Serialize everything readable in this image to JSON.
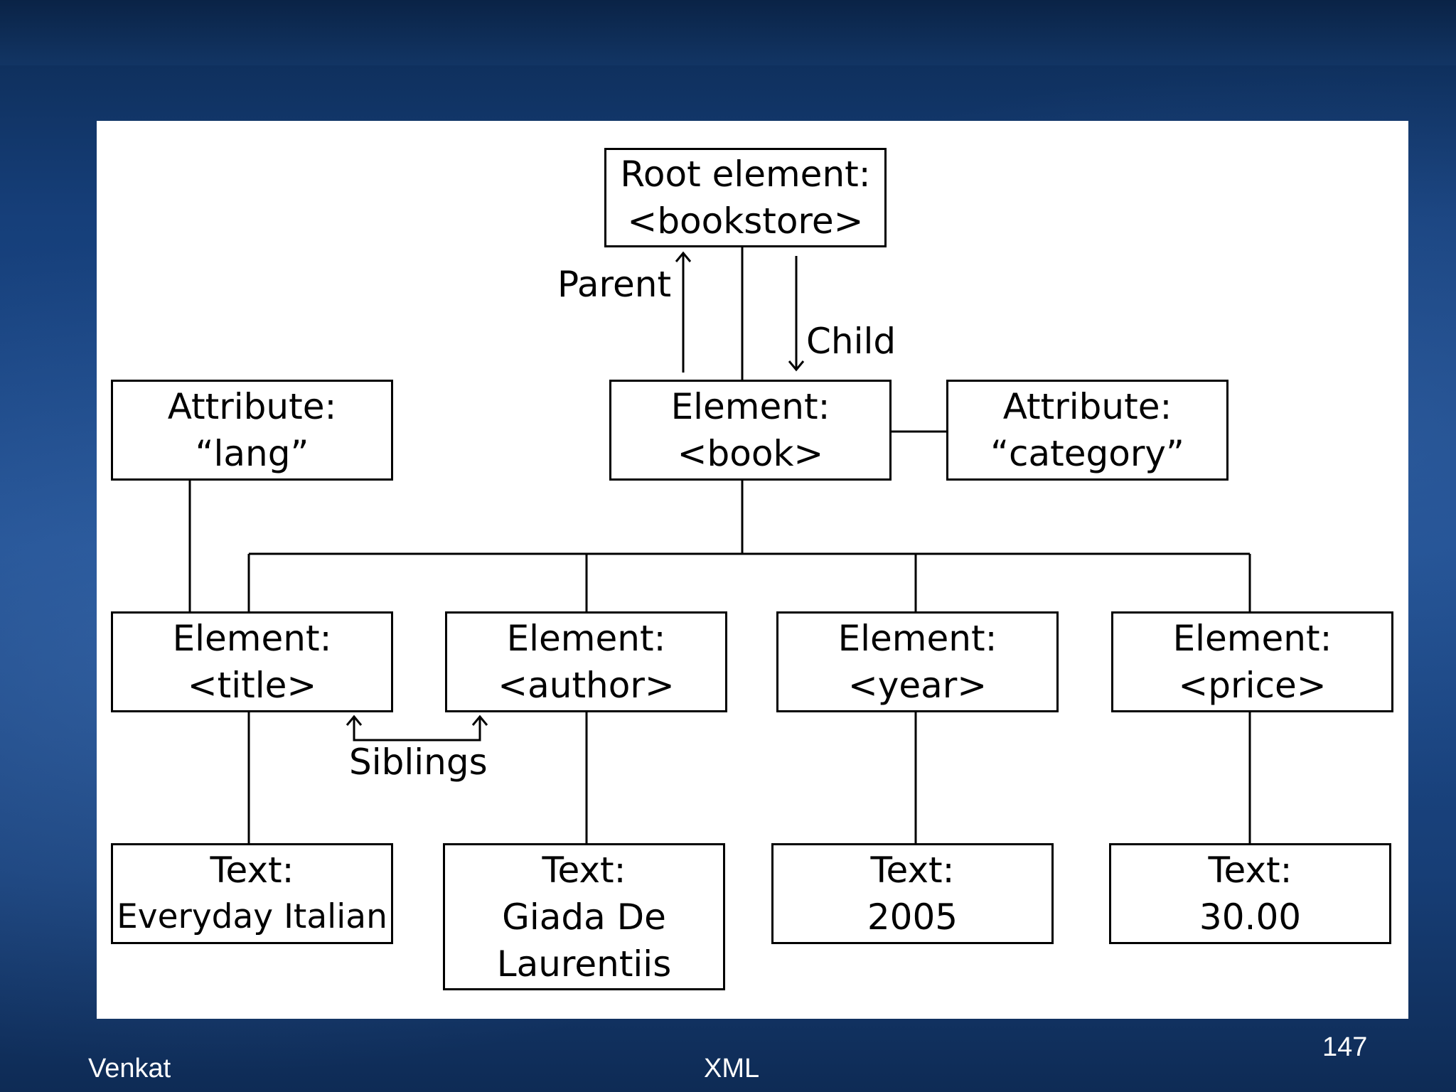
{
  "diagram": {
    "nodes": {
      "root": {
        "line1": "Root element:",
        "line2": "<bookstore>"
      },
      "book": {
        "line1": "Element:",
        "line2": "<book>"
      },
      "attr_lang": {
        "line1": "Attribute:",
        "line2": "“lang”"
      },
      "attr_cat": {
        "line1": "Attribute:",
        "line2": "“category”"
      },
      "title": {
        "line1": "Element:",
        "line2": "<title>"
      },
      "author": {
        "line1": "Element:",
        "line2": "<author>"
      },
      "year": {
        "line1": "Element:",
        "line2": "<year>"
      },
      "price": {
        "line1": "Element:",
        "line2": "<price>"
      },
      "text_title": {
        "line1": "Text:",
        "line2": "Everyday Italian"
      },
      "text_author": {
        "line1": "Text:",
        "line2": "Giada De",
        "line3": "Laurentiis"
      },
      "text_year": {
        "line1": "Text:",
        "line2": "2005"
      },
      "text_price": {
        "line1": "Text:",
        "line2": "30.00"
      }
    },
    "labels": {
      "parent": "Parent",
      "child": "Child",
      "siblings": "Siblings"
    }
  },
  "footer": {
    "author": "Venkat",
    "topic": "XML",
    "page_number": "147"
  }
}
